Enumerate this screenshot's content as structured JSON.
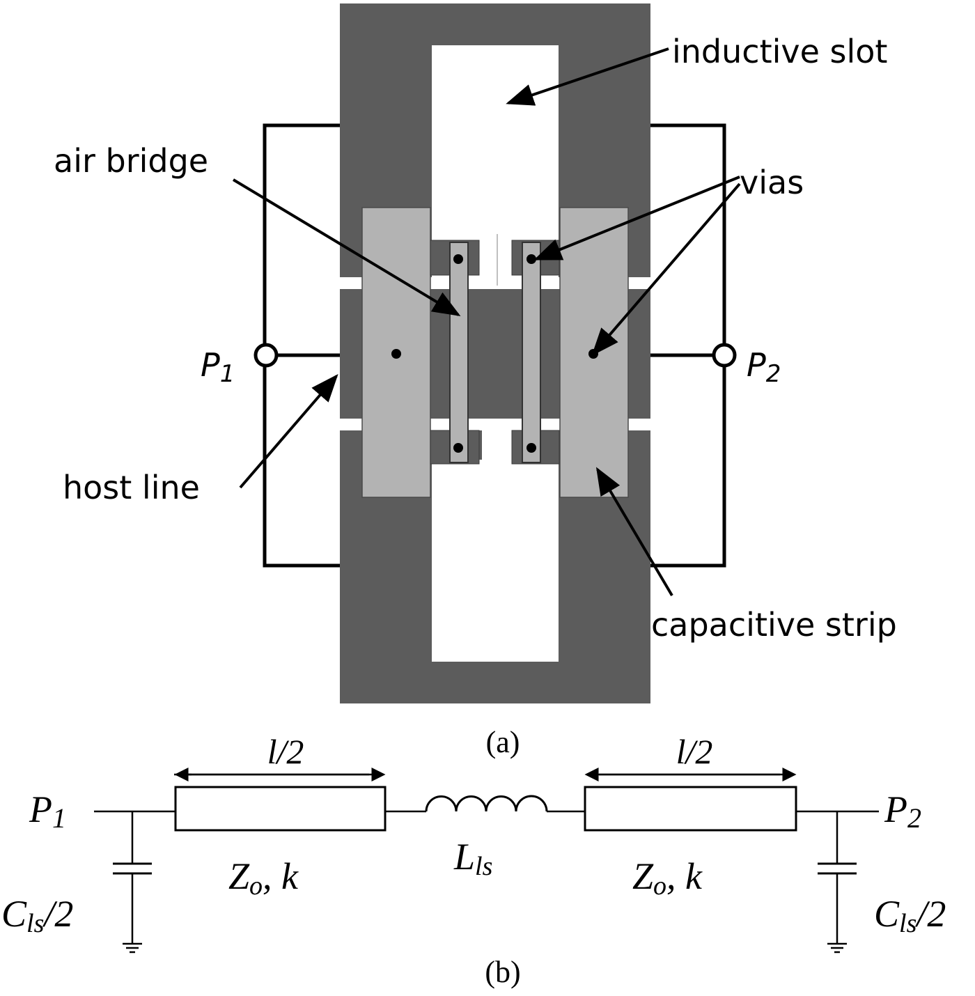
{
  "colors": {
    "ground_metal": "#5c5c5c",
    "strip_metal": "#b3b3b3",
    "line": "#000000",
    "background": "#ffffff"
  },
  "figure_a": {
    "caption": "(a)",
    "labels": {
      "inductive_slot": "inductive slot",
      "air_bridge": "air bridge",
      "vias": "vias",
      "host_line": "host line",
      "capacitive_strip": "capacitive strip",
      "port1_letter": "P",
      "port1_sub": "1",
      "port2_letter": "P",
      "port2_sub": "2"
    }
  },
  "figure_b": {
    "caption": "(b)",
    "labels": {
      "length_left": "l/2",
      "length_right": "l/2",
      "port1_letter": "P",
      "port1_sub": "1",
      "port2_letter": "P",
      "port2_sub": "2",
      "line_left_main": "Z",
      "line_left_sub": "o",
      "line_left_rest": ", k",
      "line_right_main": "Z",
      "line_right_sub": "o",
      "line_right_rest": ", k",
      "inductor_main": "L",
      "inductor_sub": "ls",
      "cap_left_main": "C",
      "cap_left_sub": "ls",
      "cap_left_rest": "/2",
      "cap_right_main": "C",
      "cap_right_sub": "ls",
      "cap_right_rest": "/2"
    }
  }
}
